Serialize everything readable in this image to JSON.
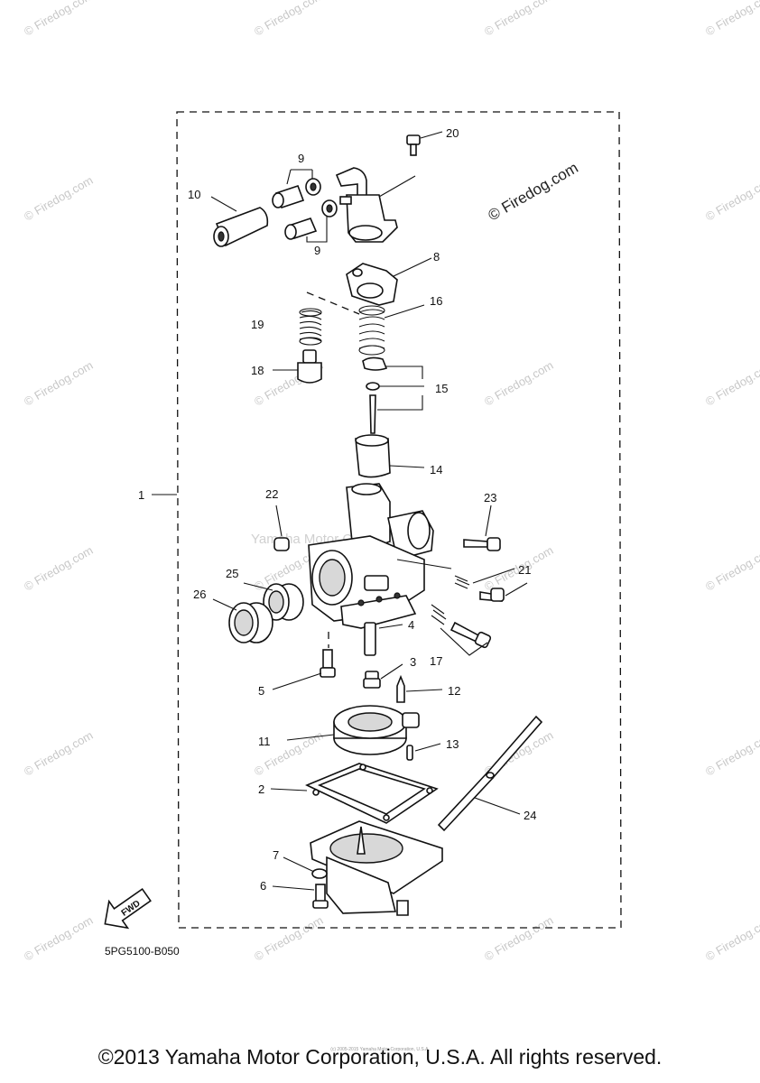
{
  "watermark": {
    "text": "© Firedog.com",
    "overlay_text": "Yamaha Motor Corp. U.S.A."
  },
  "diagram_code": "5PG5100-B050",
  "fwd_label": "FWD",
  "callouts": {
    "c1": "1",
    "c2": "2",
    "c3": "3",
    "c4": "4",
    "c5": "5",
    "c6": "6",
    "c7": "7",
    "c8": "8",
    "c9a": "9",
    "c9b": "9",
    "c10": "10",
    "c11": "11",
    "c12": "12",
    "c13": "13",
    "c14": "14",
    "c15": "15",
    "c16": "16",
    "c17": "17",
    "c18": "18",
    "c19": "19",
    "c20": "20",
    "c21": "21",
    "c22": "22",
    "c23": "23",
    "c24": "24",
    "c25": "25",
    "c26": "26"
  },
  "copyright": "©2013 Yamaha Motor Corporation, U.S.A. All rights reserved.",
  "fine_print": "(c) 2005-2015 Yamaha Motor Corporation, U.S.A."
}
